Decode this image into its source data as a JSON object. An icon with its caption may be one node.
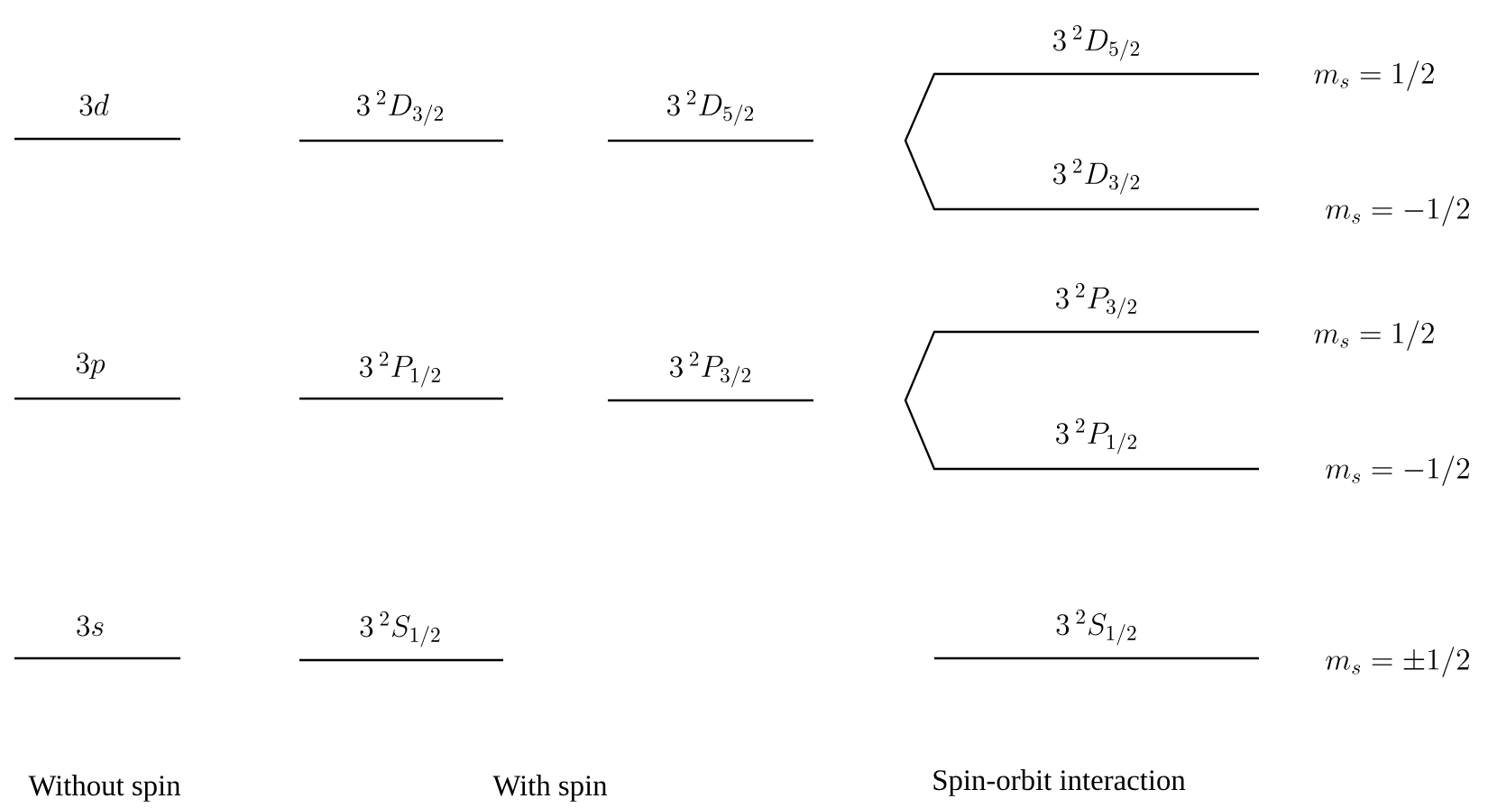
{
  "diagram": {
    "labels": [
      "3\\,{}^{2}D_{5/2}",
      "m_s = 1/2",
      "3d",
      "3\\,{}^{2}D_{3/2}",
      "3\\,{}^{2}D_{5/2}",
      "3\\,{}^{2}D_{3/2}",
      "m_s = -1/2",
      "3\\,{}^{2}P_{3/2}",
      "m_s = 1/2",
      "3p",
      "3\\,{}^{2}P_{1/2}",
      "3\\,{}^{2}P_{3/2}",
      "3\\,{}^{2}P_{1/2}",
      "m_s = -1/2",
      "3s",
      "3\\,{}^{2}S_{1/2}",
      "3\\,{}^{2}S_{1/2}",
      "m_s = \\pm 1/2",
      "Without spin",
      "With spin",
      "Spin-orbit interaction"
    ]
  }
}
